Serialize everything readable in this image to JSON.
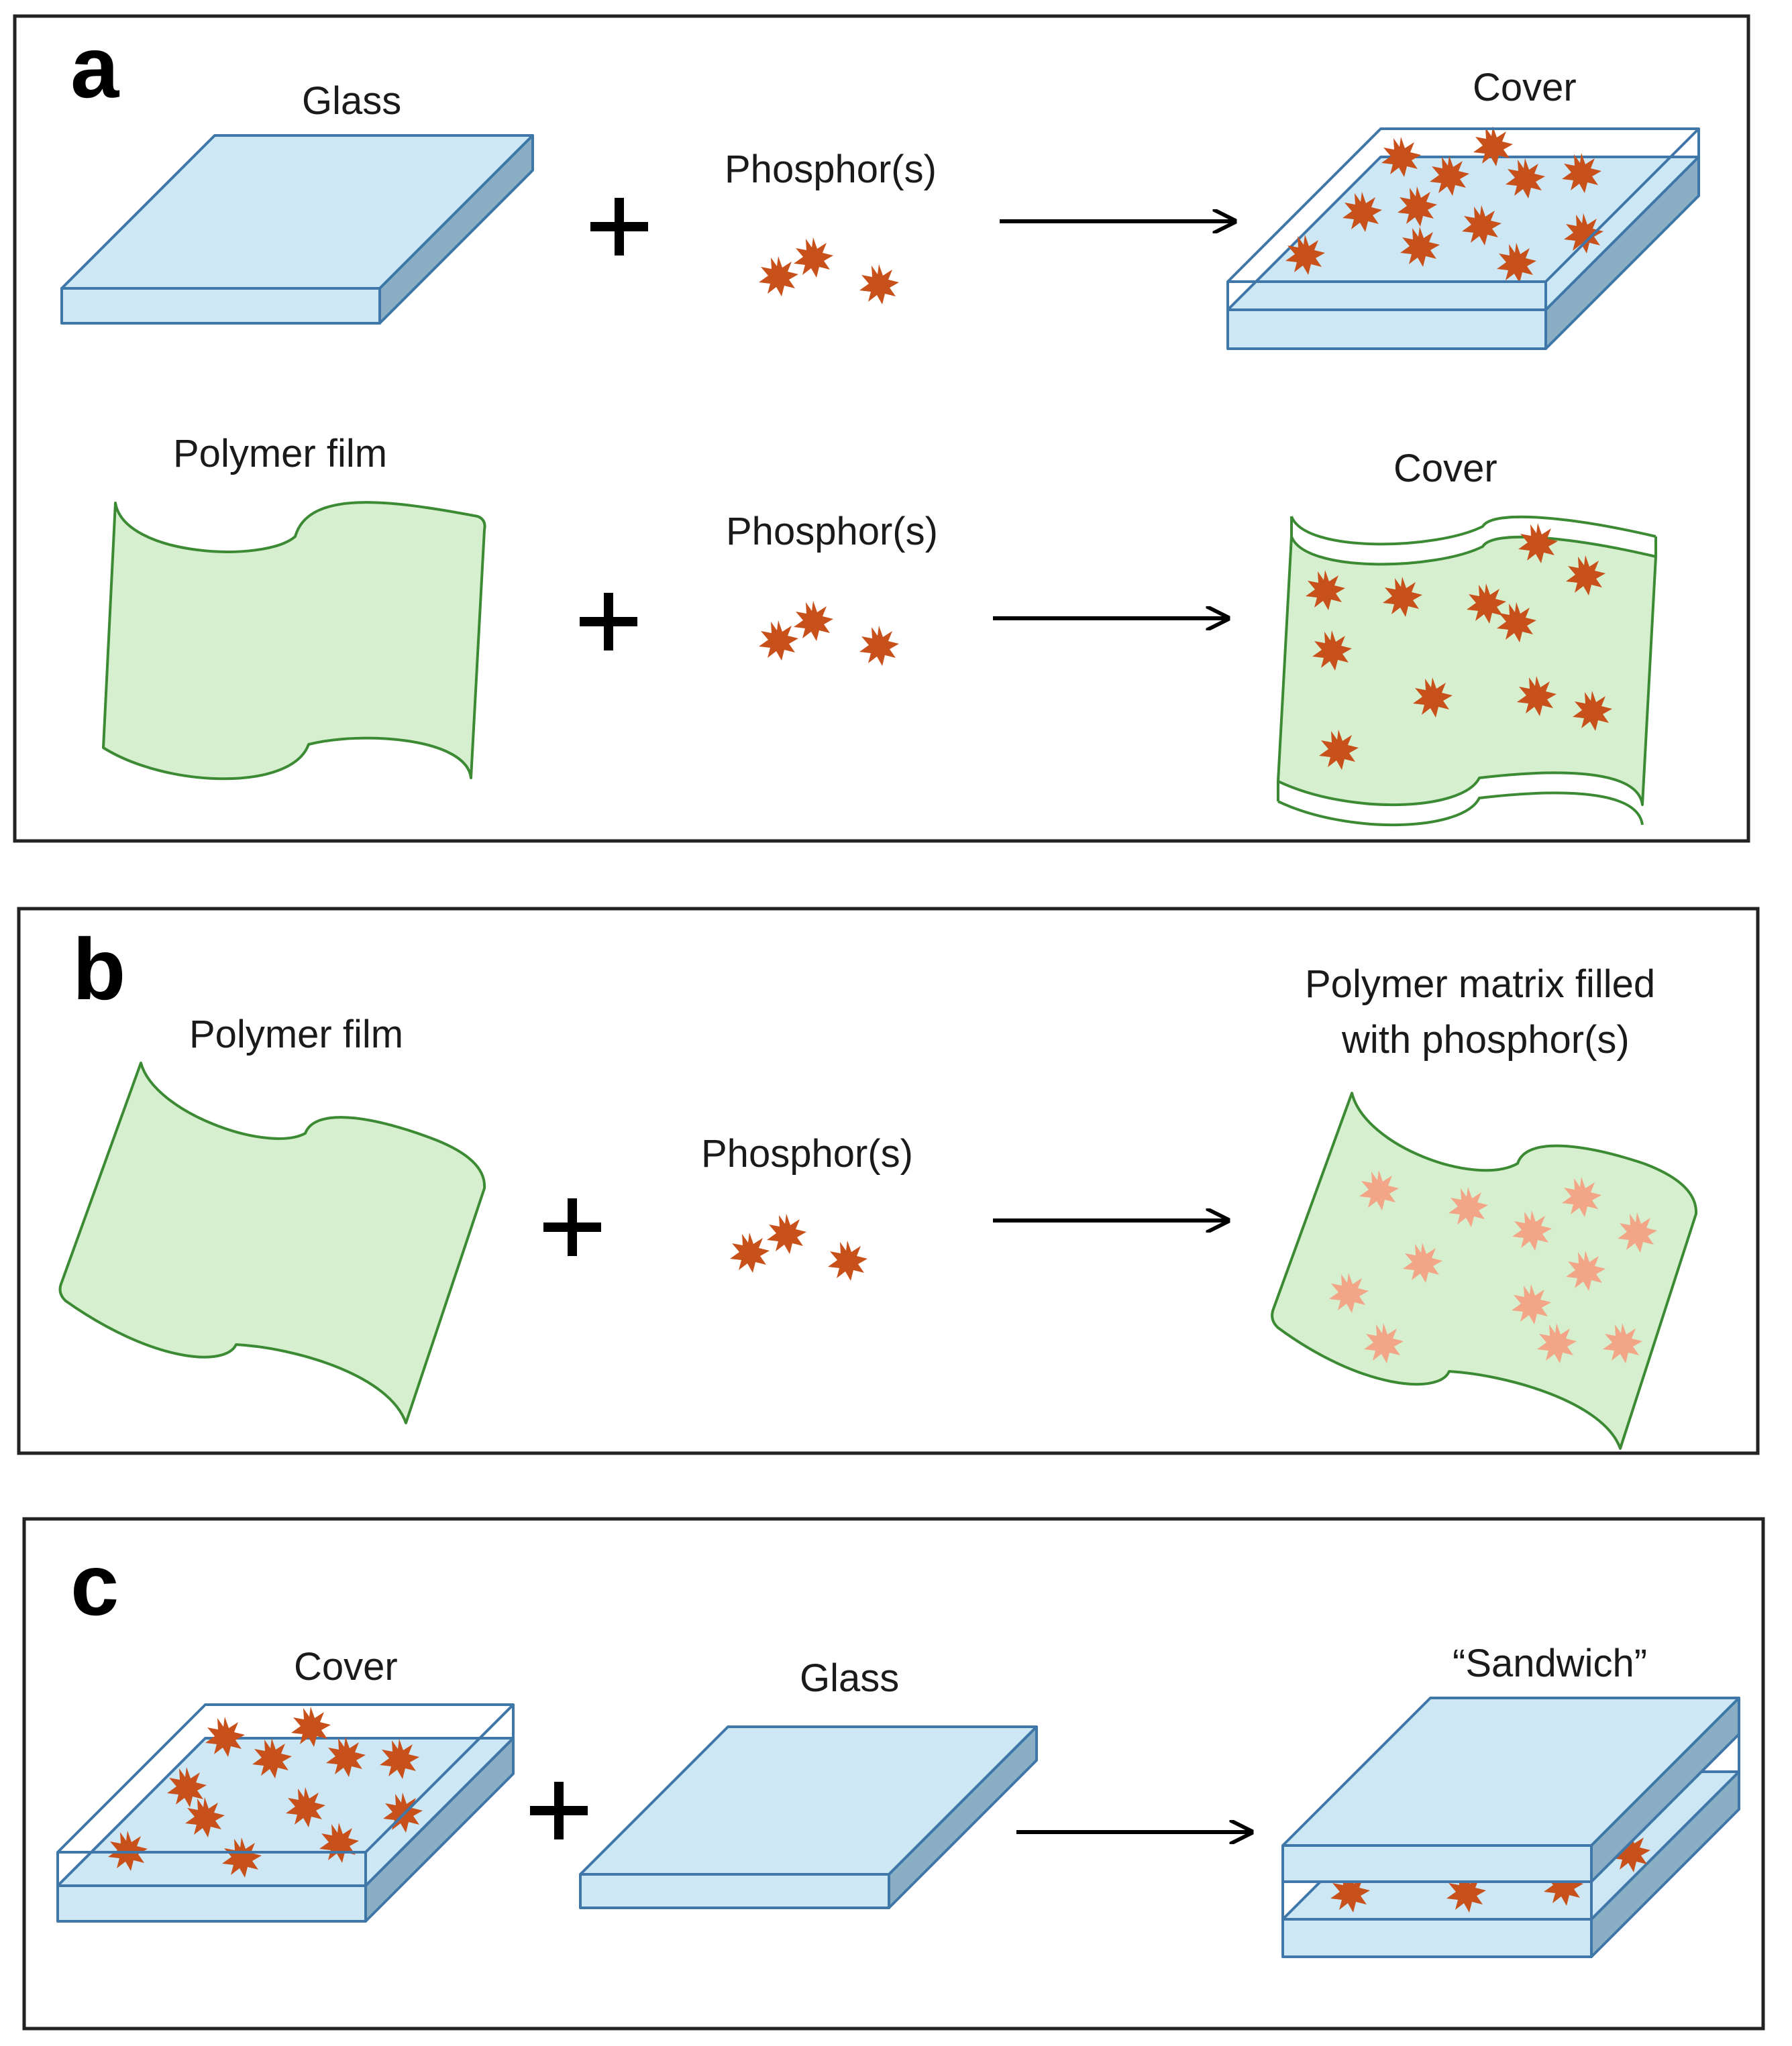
{
  "panels": {
    "a": {
      "letter": "a",
      "row1": {
        "input_label": "Glass",
        "phosphor_label": "Phosphor(s)",
        "output_label": "Cover"
      },
      "row2": {
        "input_label": "Polymer film",
        "phosphor_label": "Phosphor(s)",
        "output_label": "Cover"
      }
    },
    "b": {
      "letter": "b",
      "input_label": "Polymer film",
      "phosphor_label": "Phosphor(s)",
      "output_label_line1": "Polymer matrix filled",
      "output_label_line2": "with phosphor(s)"
    },
    "c": {
      "letter": "c",
      "input1_label": "Cover",
      "input2_label": "Glass",
      "output_label": "“Sandwich”"
    }
  },
  "colors": {
    "phosphor": "#c8501a",
    "phosphor_embedded": "#f3a588",
    "glass": "#cde7f4",
    "film": "#d6efcf"
  }
}
